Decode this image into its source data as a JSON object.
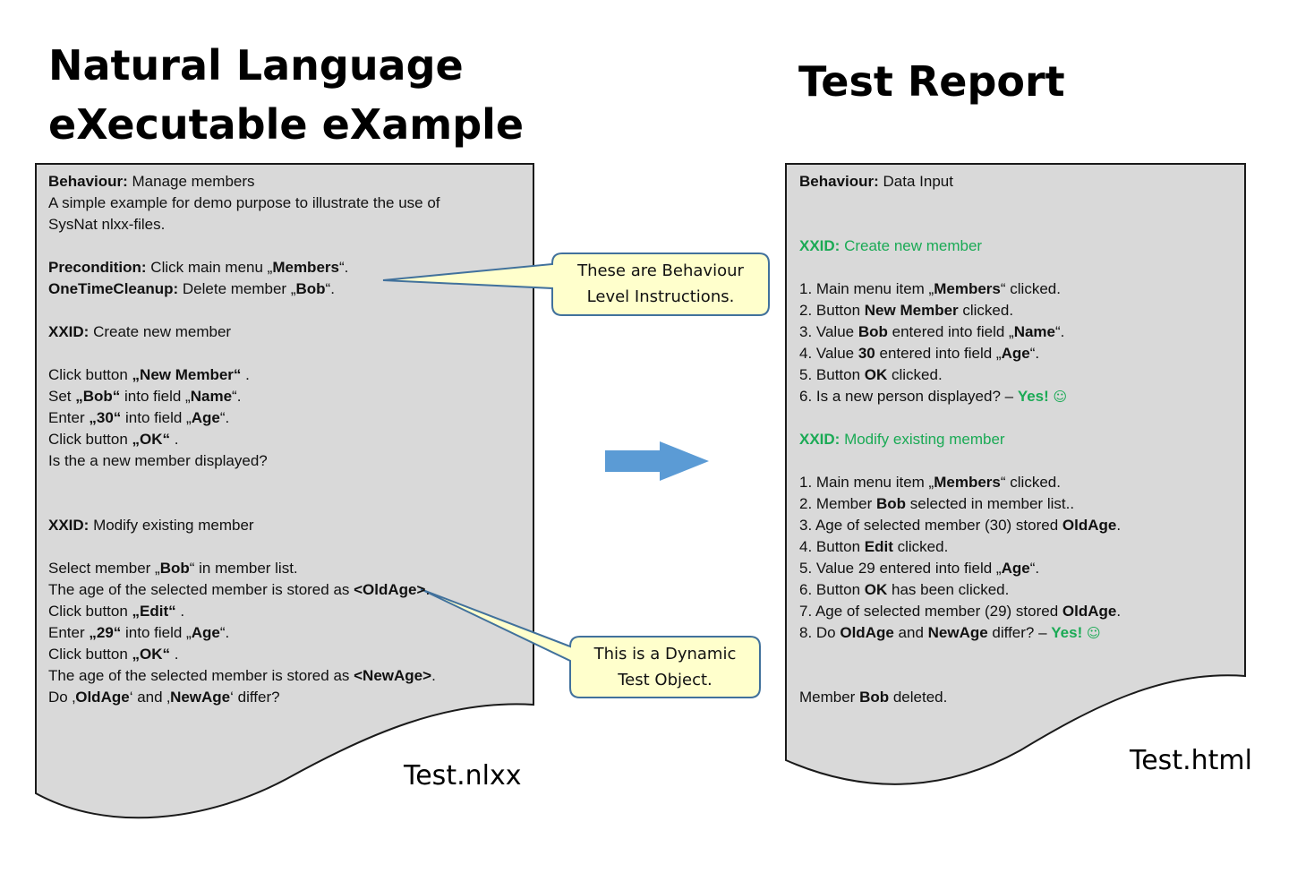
{
  "left_title": {
    "line1": "Natural Language",
    "line2": "eXecutable eXample"
  },
  "right_title": "Test Report",
  "left_doc": {
    "filename": "Test.nlxx",
    "lines": [
      [
        {
          "t": "Behaviour:",
          "b": true
        },
        {
          "t": " Manage members"
        }
      ],
      [
        {
          "t": "A simple example for demo purpose to illustrate the use of"
        }
      ],
      [
        {
          "t": "SysNat nlxx-files."
        }
      ],
      [],
      [
        {
          "t": "Precondition:",
          "b": true
        },
        {
          "t": " Click main menu „"
        },
        {
          "t": "Members",
          "b": true
        },
        {
          "t": "“."
        }
      ],
      [
        {
          "t": "OneTimeCleanup:",
          "b": true
        },
        {
          "t": " Delete member „"
        },
        {
          "t": "Bob",
          "b": true
        },
        {
          "t": "“."
        }
      ],
      [],
      [
        {
          "t": "XXID:",
          "b": true
        },
        {
          "t": " Create new member"
        }
      ],
      [],
      [
        {
          "t": "Click button "
        },
        {
          "t": "„New Member“",
          "b": true
        },
        {
          "t": " ."
        }
      ],
      [
        {
          "t": "Set "
        },
        {
          "t": "„Bob“",
          "b": true
        },
        {
          "t": " into field „"
        },
        {
          "t": "Name",
          "b": true
        },
        {
          "t": "“."
        }
      ],
      [
        {
          "t": "Enter "
        },
        {
          "t": "„30“",
          "b": true
        },
        {
          "t": " into field „"
        },
        {
          "t": "Age",
          "b": true
        },
        {
          "t": "“."
        }
      ],
      [
        {
          "t": "Click button "
        },
        {
          "t": "„OK“",
          "b": true
        },
        {
          "t": " ."
        }
      ],
      [
        {
          "t": "Is the a new member displayed?"
        }
      ],
      [],
      [],
      [
        {
          "t": "XXID:",
          "b": true
        },
        {
          "t": " Modify existing member"
        }
      ],
      [],
      [
        {
          "t": "Select member „"
        },
        {
          "t": "Bob",
          "b": true
        },
        {
          "t": "“ in member list."
        }
      ],
      [
        {
          "t": "The age of the selected member is stored as "
        },
        {
          "t": "<OldAge>",
          "b": true
        },
        {
          "t": "."
        }
      ],
      [
        {
          "t": "Click button "
        },
        {
          "t": "„Edit“",
          "b": true
        },
        {
          "t": " ."
        }
      ],
      [
        {
          "t": "Enter "
        },
        {
          "t": "„29“",
          "b": true
        },
        {
          "t": " into field „"
        },
        {
          "t": "Age",
          "b": true
        },
        {
          "t": "“."
        }
      ],
      [
        {
          "t": "Click button "
        },
        {
          "t": "„OK“",
          "b": true
        },
        {
          "t": " ."
        }
      ],
      [
        {
          "t": "The age of the selected member is stored as "
        },
        {
          "t": "<NewAge>",
          "b": true
        },
        {
          "t": "."
        }
      ],
      [
        {
          "t": "Do ‚"
        },
        {
          "t": "OldAge",
          "b": true
        },
        {
          "t": "‘ and ‚"
        },
        {
          "t": "NewAge",
          "b": true
        },
        {
          "t": "‘ differ?"
        }
      ]
    ]
  },
  "right_doc": {
    "filename": "Test.html",
    "lines": [
      [
        {
          "t": "Behaviour:",
          "b": true
        },
        {
          "t": " Data Input"
        }
      ],
      [],
      [],
      [
        {
          "t": "XXID:",
          "b": true,
          "g": true
        },
        {
          "t": " Create new member",
          "g": true
        }
      ],
      [],
      [
        {
          "t": "1. Main menu item „"
        },
        {
          "t": "Members",
          "b": true
        },
        {
          "t": "“ clicked."
        }
      ],
      [
        {
          "t": "2. Button "
        },
        {
          "t": "New Member",
          "b": true
        },
        {
          "t": " clicked."
        }
      ],
      [
        {
          "t": "3. Value "
        },
        {
          "t": "Bob",
          "b": true
        },
        {
          "t": " entered into field „"
        },
        {
          "t": "Name",
          "b": true
        },
        {
          "t": "“."
        }
      ],
      [
        {
          "t": "4. Value "
        },
        {
          "t": "30",
          "b": true
        },
        {
          "t": " entered into field „"
        },
        {
          "t": "Age",
          "b": true
        },
        {
          "t": "“."
        }
      ],
      [
        {
          "t": "5. Button "
        },
        {
          "t": "OK",
          "b": true
        },
        {
          "t": " clicked."
        }
      ],
      [
        {
          "t": "6. Is a new person displayed? – "
        },
        {
          "t": "Yes!",
          "b": true,
          "g": true
        },
        {
          "t": " "
        },
        {
          "t": "☺",
          "g": true,
          "s": true
        }
      ],
      [],
      [
        {
          "t": "XXID:",
          "b": true,
          "g": true
        },
        {
          "t": " Modify existing member",
          "g": true
        }
      ],
      [],
      [
        {
          "t": "1. Main menu item „"
        },
        {
          "t": "Members",
          "b": true
        },
        {
          "t": "“ clicked."
        }
      ],
      [
        {
          "t": "2. Member "
        },
        {
          "t": "Bob",
          "b": true
        },
        {
          "t": " selected in member list.."
        }
      ],
      [
        {
          "t": "3. Age of selected member (30) stored "
        },
        {
          "t": "OldAge",
          "b": true
        },
        {
          "t": "."
        }
      ],
      [
        {
          "t": "4. Button "
        },
        {
          "t": "Edit",
          "b": true
        },
        {
          "t": " clicked."
        }
      ],
      [
        {
          "t": "5. Value 29 entered into field „"
        },
        {
          "t": "Age",
          "b": true
        },
        {
          "t": "“."
        }
      ],
      [
        {
          "t": "6. Button "
        },
        {
          "t": "OK",
          "b": true
        },
        {
          "t": " has been clicked."
        }
      ],
      [
        {
          "t": "7. Age of selected member (29) stored "
        },
        {
          "t": "OldAge",
          "b": true
        },
        {
          "t": "."
        }
      ],
      [
        {
          "t": "8. Do "
        },
        {
          "t": "OldAge",
          "b": true
        },
        {
          "t": " and "
        },
        {
          "t": "NewAge",
          "b": true
        },
        {
          "t": " differ? – "
        },
        {
          "t": "Yes!",
          "b": true,
          "g": true
        },
        {
          "t": " "
        },
        {
          "t": "☺",
          "g": true,
          "s": true
        }
      ],
      [],
      [],
      [
        {
          "t": "Member "
        },
        {
          "t": "Bob",
          "b": true
        },
        {
          "t": " deleted."
        }
      ]
    ]
  },
  "callouts": {
    "behaviour": {
      "line1": "These are Behaviour",
      "line2": "Level Instructions."
    },
    "dynamic": {
      "line1": "This is a Dynamic",
      "line2": "Test Object."
    }
  },
  "colors": {
    "doc_fill": "#d9d9d9",
    "doc_stroke": "#1a1a1a",
    "callout_fill": "#ffffcc",
    "callout_stroke": "#41719c",
    "arrow": "#5b9bd5",
    "green": "#1aaa55"
  },
  "icons": {
    "arrow": "right-arrow-icon",
    "smiley": "smiley-icon"
  }
}
